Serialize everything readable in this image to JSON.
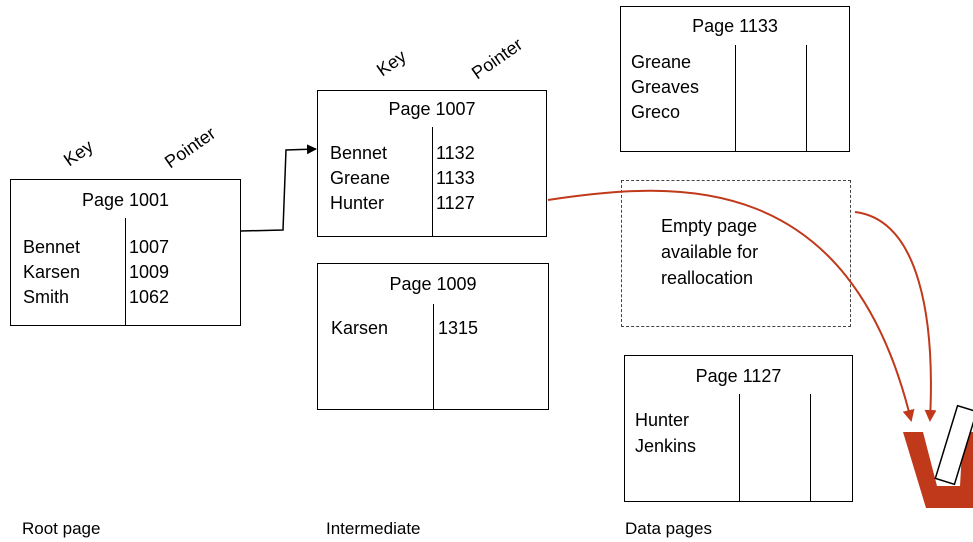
{
  "headers": {
    "key": "Key",
    "pointer": "Pointer"
  },
  "root": {
    "title": "Page 1001",
    "keys": [
      "Bennet",
      "Karsen",
      "Smith"
    ],
    "pointers": [
      "1007",
      "1009",
      "1062"
    ]
  },
  "intermediate_1007": {
    "title": "Page 1007",
    "keys": [
      "Bennet",
      "Greane",
      "Hunter"
    ],
    "pointers": [
      "1132",
      "1133",
      "1127"
    ]
  },
  "intermediate_1009": {
    "title": "Page 1009",
    "keys": [
      "Karsen"
    ],
    "pointers": [
      "1315"
    ]
  },
  "data_1133": {
    "title": "Page 1133",
    "keys": [
      "Greane",
      "Greaves",
      "Greco"
    ]
  },
  "empty_page": {
    "line1": "Empty page",
    "line2": "available for",
    "line3": "reallocation"
  },
  "data_1127": {
    "title": "Page 1127",
    "keys": [
      "Hunter",
      "Jenkins"
    ]
  },
  "labels": {
    "root": "Root page",
    "intermediate": "Intermediate",
    "data": "Data pages"
  },
  "colors": {
    "arrow_red": "#c0391b",
    "border": "#000000"
  }
}
